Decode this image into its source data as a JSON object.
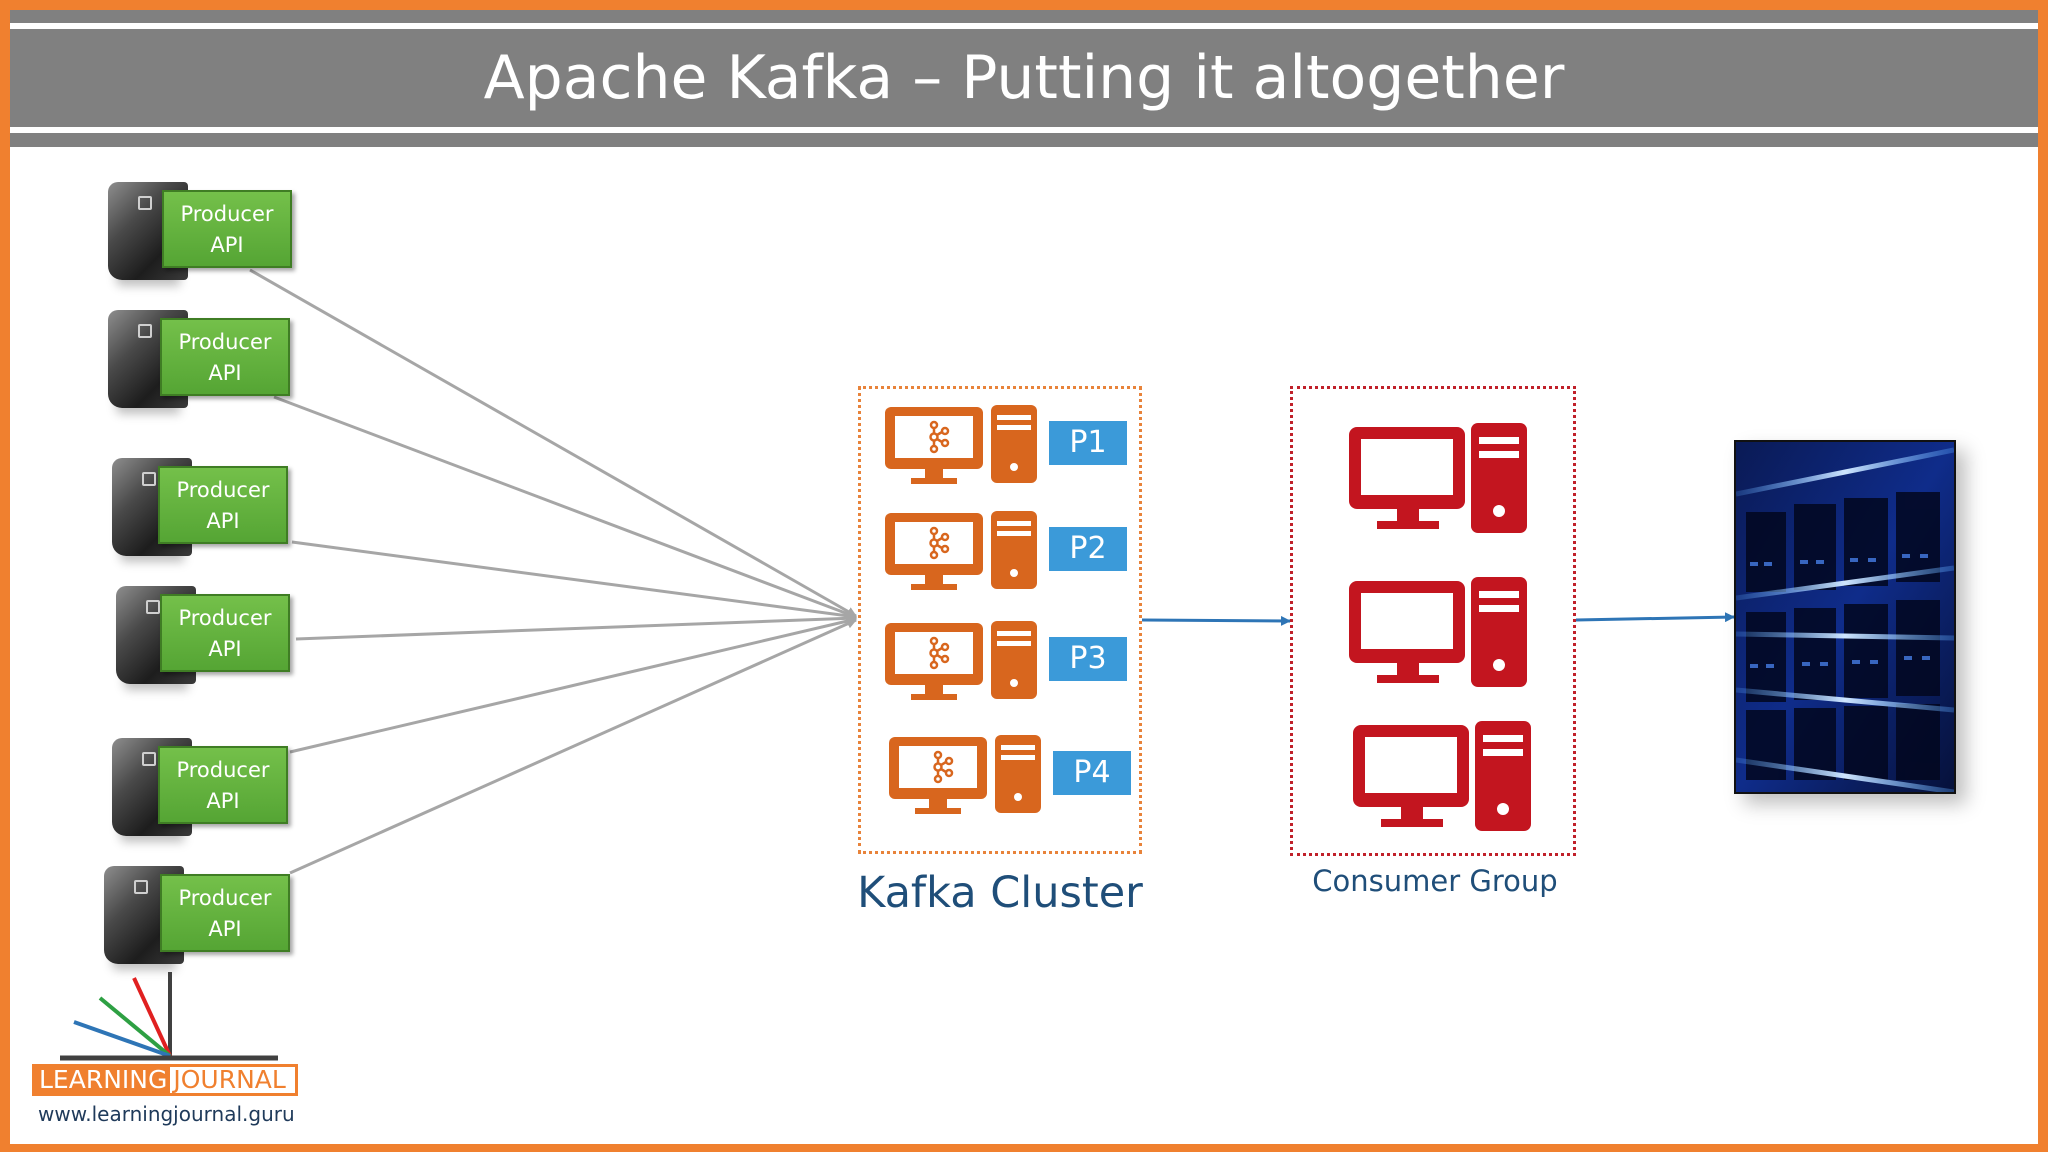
{
  "title": "Apache Kafka – Putting it altogether",
  "producers": [
    {
      "line1": "Producer",
      "line2": "API"
    },
    {
      "line1": "Producer",
      "line2": "API"
    },
    {
      "line1": "Producer",
      "line2": "API"
    },
    {
      "line1": "Producer",
      "line2": "API"
    },
    {
      "line1": "Producer",
      "line2": "API"
    },
    {
      "line1": "Producer",
      "line2": "API"
    }
  ],
  "cluster": {
    "label": "Kafka Cluster",
    "partitions": [
      "P1",
      "P2",
      "P3",
      "P4"
    ]
  },
  "consumer_group": {
    "label": "Consumer Group"
  },
  "logo": {
    "word1": "LEARNING",
    "word2": "JOURNAL",
    "url": "www.learningjournal.guru"
  },
  "colors": {
    "frame": "#f0802f",
    "title_bar": "#808080",
    "producer": "#5cad3a",
    "broker": "#d8661e",
    "partition": "#3b9ad9",
    "consumer": "#c3151f",
    "cluster_border": "#e8833a",
    "group_border": "#c0202a",
    "label_text": "#1f4e79"
  },
  "icons": {
    "producer": "server-device-icon",
    "broker": "computer-workstation-icon",
    "consumer": "computer-workstation-icon",
    "storage": "datacenter-rack-icon"
  }
}
